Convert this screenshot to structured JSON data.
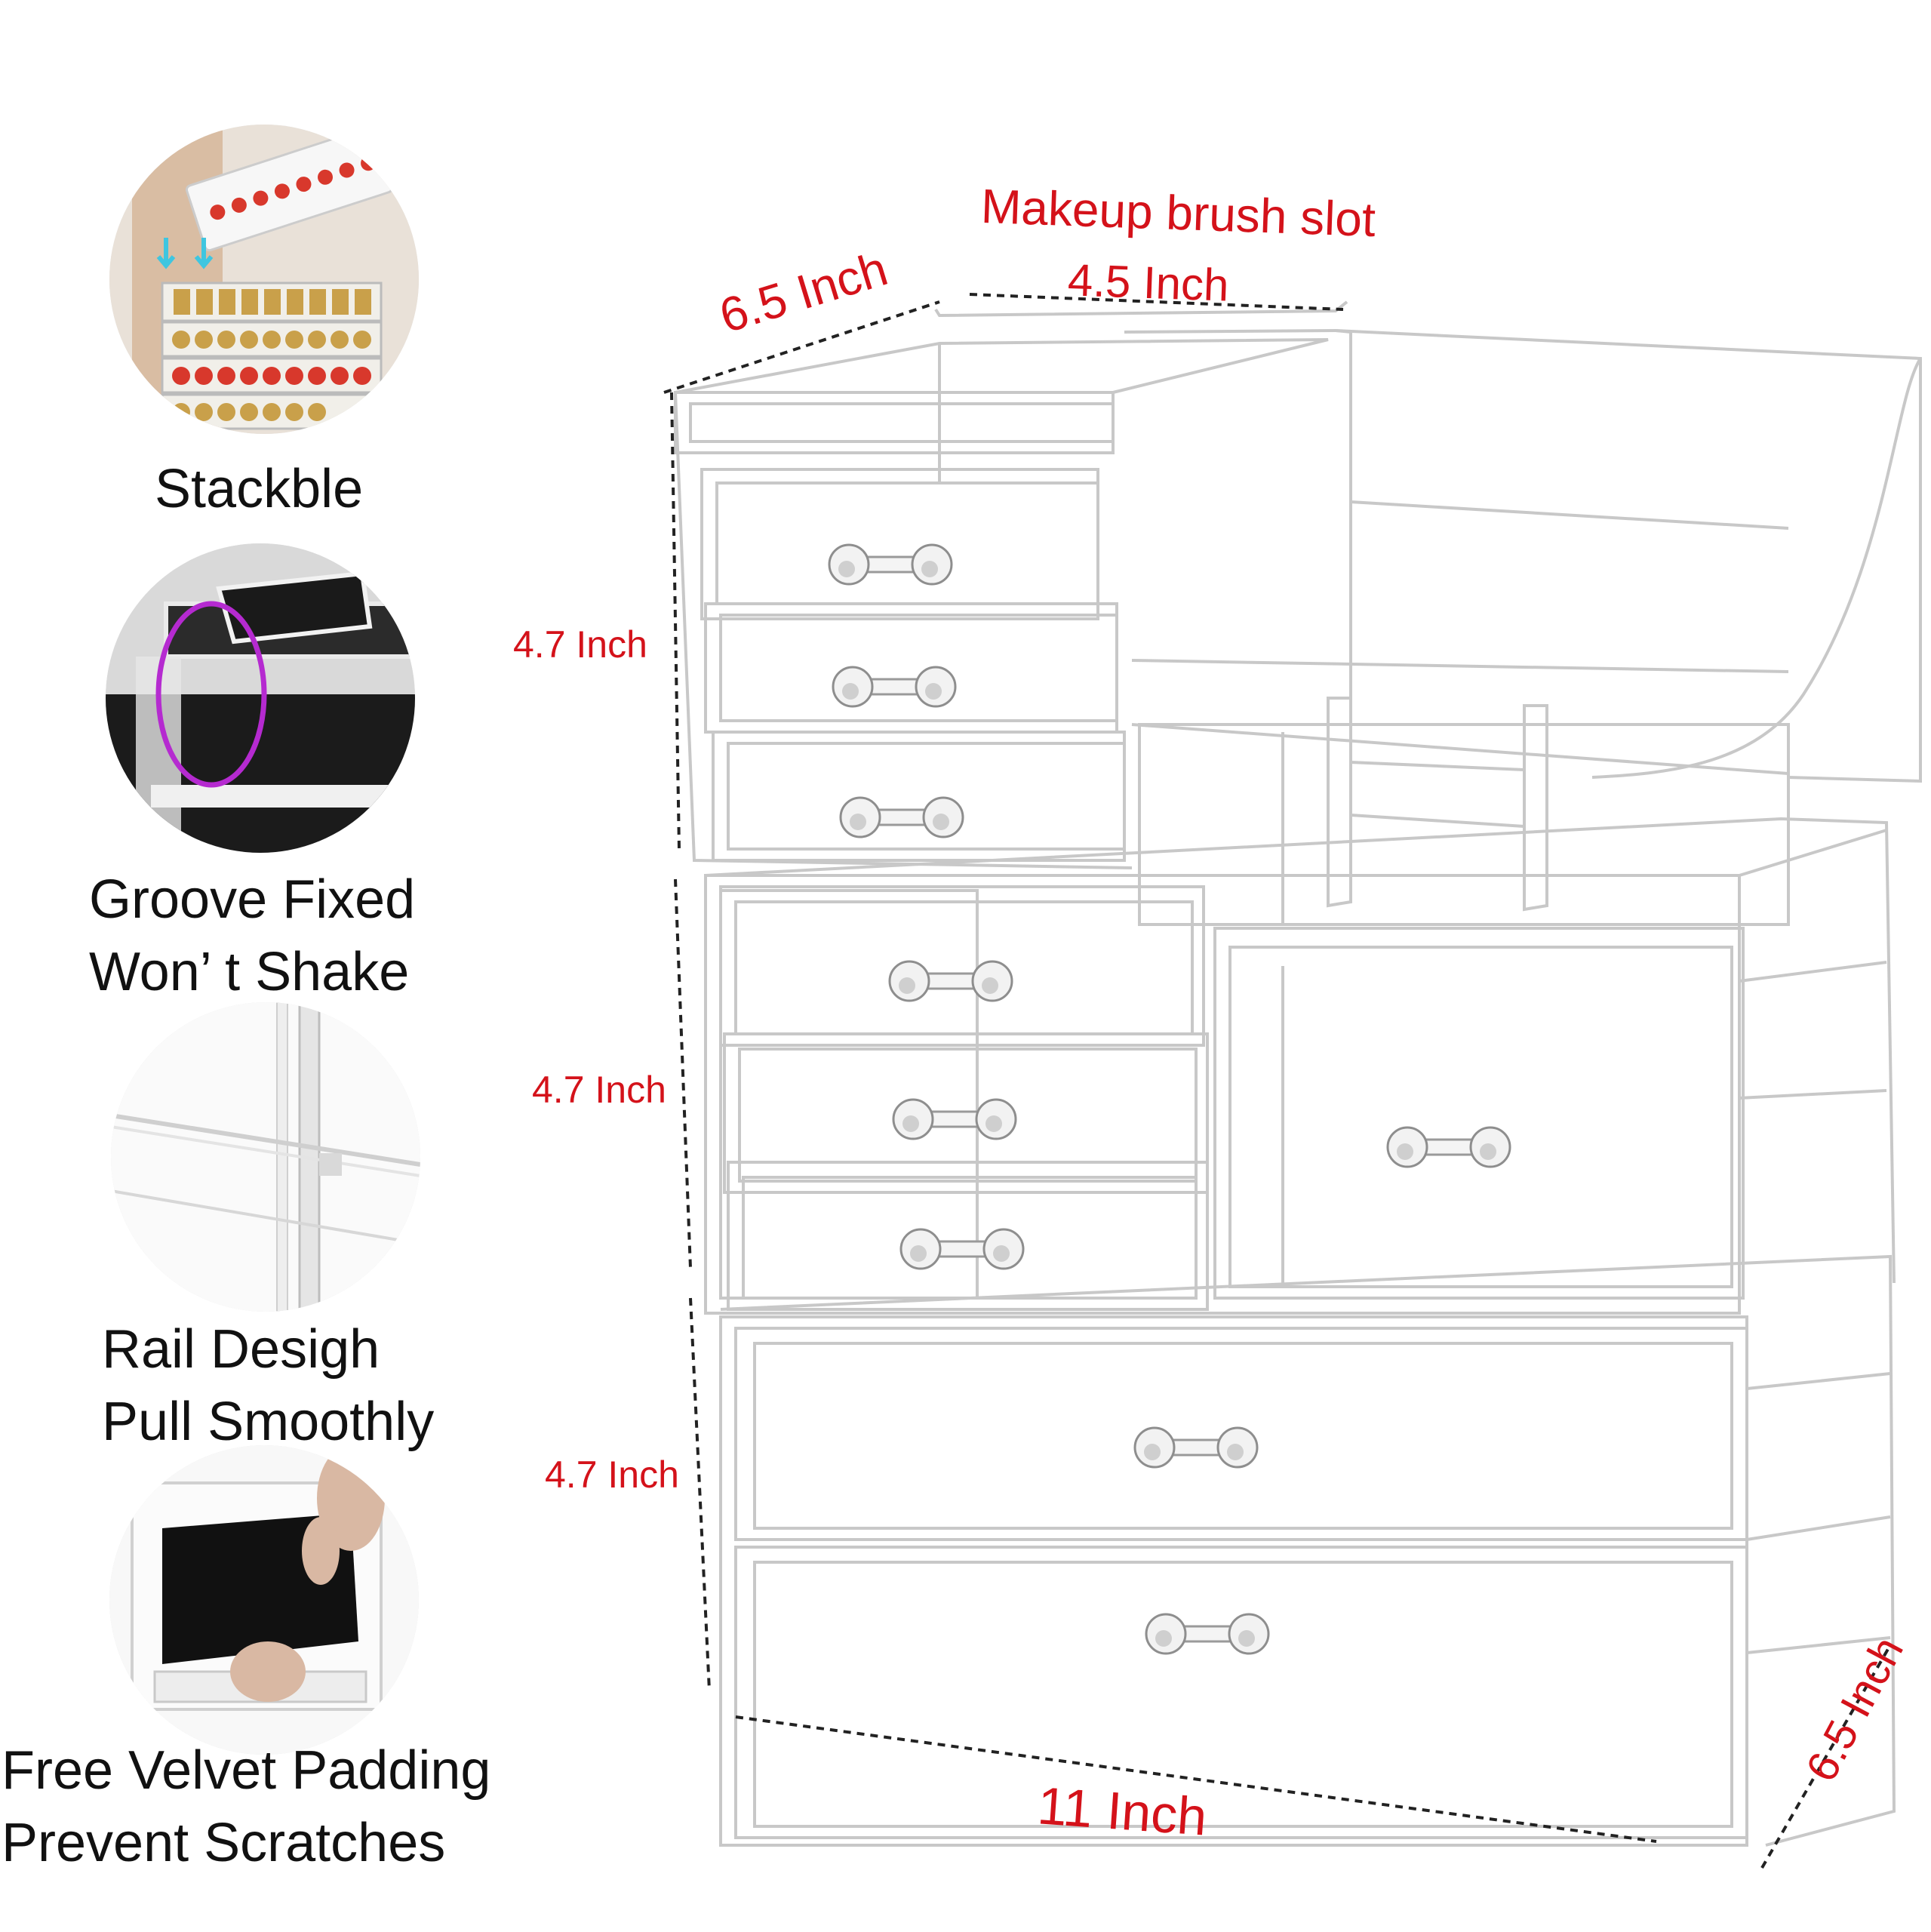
{
  "features": [
    {
      "label": "Stackble",
      "icon": "stacked-lipstick-trays"
    },
    {
      "label": "Groove Fixed\nWon’  t Shake",
      "icon": "groove-closeup"
    },
    {
      "label": "Rail Desigh\nPull Smoothly",
      "icon": "rail-closeup"
    },
    {
      "label": "Free Velvet Padding\nPrevent Scratches",
      "icon": "velvet-pad-hands"
    }
  ],
  "dimensions": {
    "brush_slot": "Makeup brush slot",
    "brush_width": "4.5 Inch",
    "top_depth": "6.5 Inch",
    "tier1_height": "4.7 Inch",
    "tier2_height": "4.7 Inch",
    "tier3_height": "4.7 Inch",
    "base_width": "11 Inch",
    "base_depth": "6.5 Inch"
  },
  "colors": {
    "dimension_text": "#d4121a",
    "acrylic_edge": "#c8c8c8",
    "background": "#ffffff"
  }
}
